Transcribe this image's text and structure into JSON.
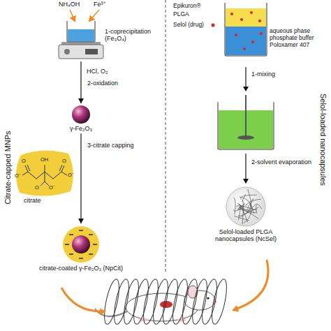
{
  "diagram": {
    "nodes": [
      {
        "text": [
          "1-coprecipitation (Fe₃O₄)"
        ]
      },
      {
        "text": [
          "γ-Fe₂O₃"
        ]
      },
      {
        "text": [
          "citrate-coated γ-Fe₂O₃ (NpCit)"
        ]
      },
      {
        "text": [
          "aqueous phase phosphate buffer Poloxamer 407"
        ]
      },
      {
        "text": [
          "Selol-loaded PLGA nanocapsules (NcSel)"
        ]
      }
    ],
    "edges": [
      {
        "from": 0,
        "to": 1,
        "label": "2-oxidation",
        "arrow": "to"
      },
      {
        "from": 1,
        "to": 2,
        "label": "3-citrate capping",
        "arrow": "to"
      }
    ],
    "labels": [
      "NH₄OH",
      "Fe³⁺",
      "HCl, O₂",
      "citrate",
      "O",
      "O⁻",
      "OH",
      "O",
      "O⁻",
      "O",
      "O⁻",
      "Citrate-capped MNPs",
      "Epikuron®",
      "PLGA",
      "Selol (drug)",
      "1-mixing",
      "2-solvent evaporation",
      "Selol-loaded nanocapsules"
    ]
  }
}
